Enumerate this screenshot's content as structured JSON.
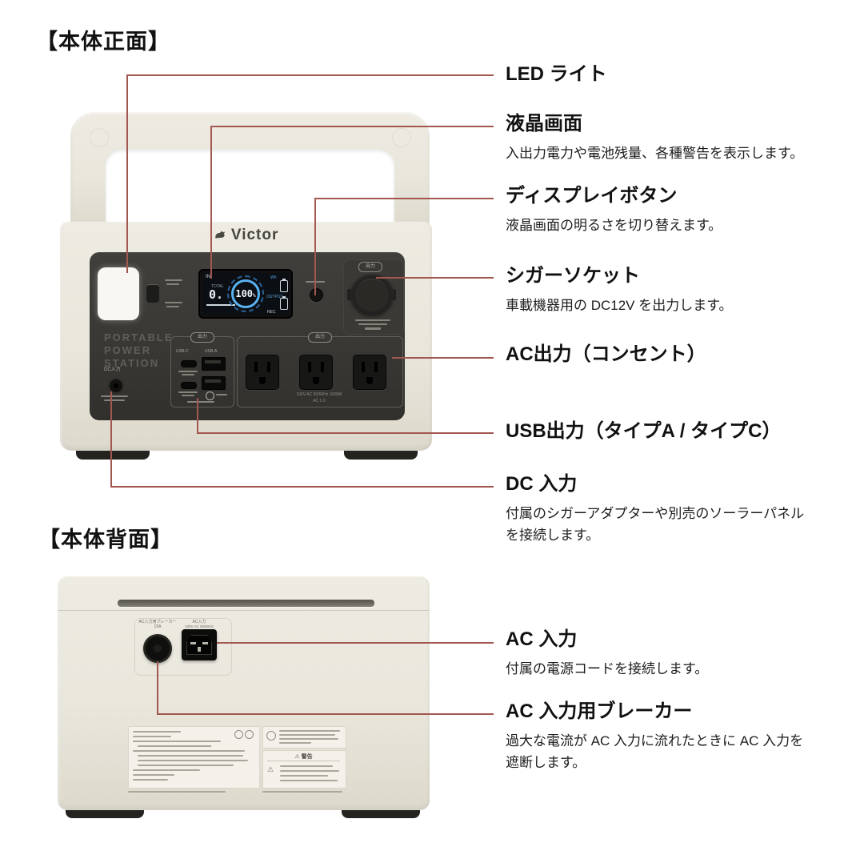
{
  "front_section": {
    "title": "【本体正面】",
    "device": {
      "brand": "Victor",
      "panel_line1": "PORTABLE",
      "panel_line2": "POWER",
      "panel_line3": "STATION",
      "lcd": {
        "in_label": "IN",
        "total_label": "TOTAL",
        "input_value": "0.",
        "battery_percent": "100",
        "percent_sign": "%",
        "wh_label": "Wh",
        "output_label": "OUTPUT",
        "rec_label": "REC"
      },
      "pills": {
        "cigar": "出力",
        "usb": "出力",
        "ac": "出力"
      },
      "usb_type_c_label": "USB-C",
      "usb_type_a_label": "USB-A",
      "ac_spec_line": "100V AC 50/60Hz 1000W",
      "ac_ports_line": "AC 1-3",
      "dc_label": "DC入力"
    },
    "labels": [
      {
        "title": "LED ライト",
        "desc": ""
      },
      {
        "title": "液晶画面",
        "desc": "入出力電力や電池残量、各種警告を表示します。"
      },
      {
        "title": "ディスプレイボタン",
        "desc": "液晶画面の明るさを切り替えます。"
      },
      {
        "title": "シガーソケット",
        "desc": "車載機器用の DC12V を出力します。"
      },
      {
        "title": "AC出力（コンセント）",
        "desc": ""
      },
      {
        "title": "USB出力（タイプA / タイプC）",
        "desc": ""
      },
      {
        "title": "DC 入力",
        "desc": "付属のシガーアダプターや別売のソーラーパネル\nを接続します。"
      }
    ]
  },
  "back_section": {
    "title": "【本体背面】",
    "device": {
      "breaker_label": "AC入力用ブレーカー",
      "breaker_amp": "15A",
      "inlet_label": "AC入力",
      "inlet_spec": "100V AC 50/60Hz",
      "warning_title": "⚠ 警告"
    },
    "labels": [
      {
        "title": "AC 入力",
        "desc": "付属の電源コードを接続します。"
      },
      {
        "title": "AC 入力用ブレーカー",
        "desc": "過大な電流が AC 入力に流れたときに AC 入力を\n遮断します。"
      }
    ]
  },
  "colors": {
    "leader_red": "#a25751",
    "body_cream": "#e9e6dc",
    "panel_dark": "#3a3834",
    "lcd_blue": "#58b2f2"
  }
}
